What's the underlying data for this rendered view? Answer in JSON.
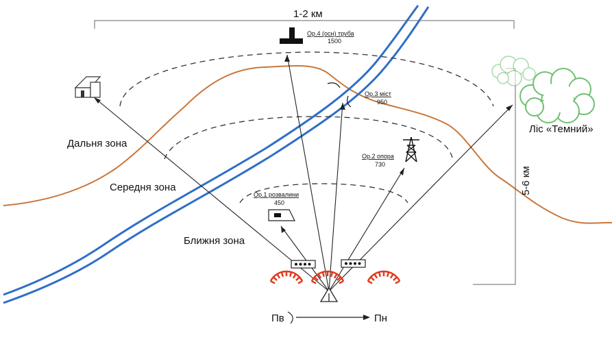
{
  "dimensions": {
    "width": "1-2 км",
    "depth": "5-6 км"
  },
  "zones": {
    "far": "Дальня  зона",
    "middle": "Середня зона",
    "near": "Ближня зона"
  },
  "landmarks": [
    {
      "name": "Ор.1 розвалини",
      "distance": "450",
      "icon": "ruins-icon"
    },
    {
      "name": "Ор.2 опора",
      "distance": "730",
      "icon": "tower-icon"
    },
    {
      "name": "Ор.3 міст",
      "distance": "950",
      "icon": "bridge-icon"
    },
    {
      "name": "Ор.4 (осн) труба",
      "distance": "1500",
      "icon": "chimney-icon"
    }
  ],
  "forest": {
    "label": "Ліс «Темний»",
    "icon": "forest-icon"
  },
  "house": {
    "icon": "house-icon"
  },
  "direction": {
    "left": "Пв",
    "right": "Пн"
  },
  "colors": {
    "river": "#2f6fc8",
    "terrain_line": "#c8763a",
    "sector_red": "#e03a1e",
    "forest_green": "#6fbf73"
  }
}
